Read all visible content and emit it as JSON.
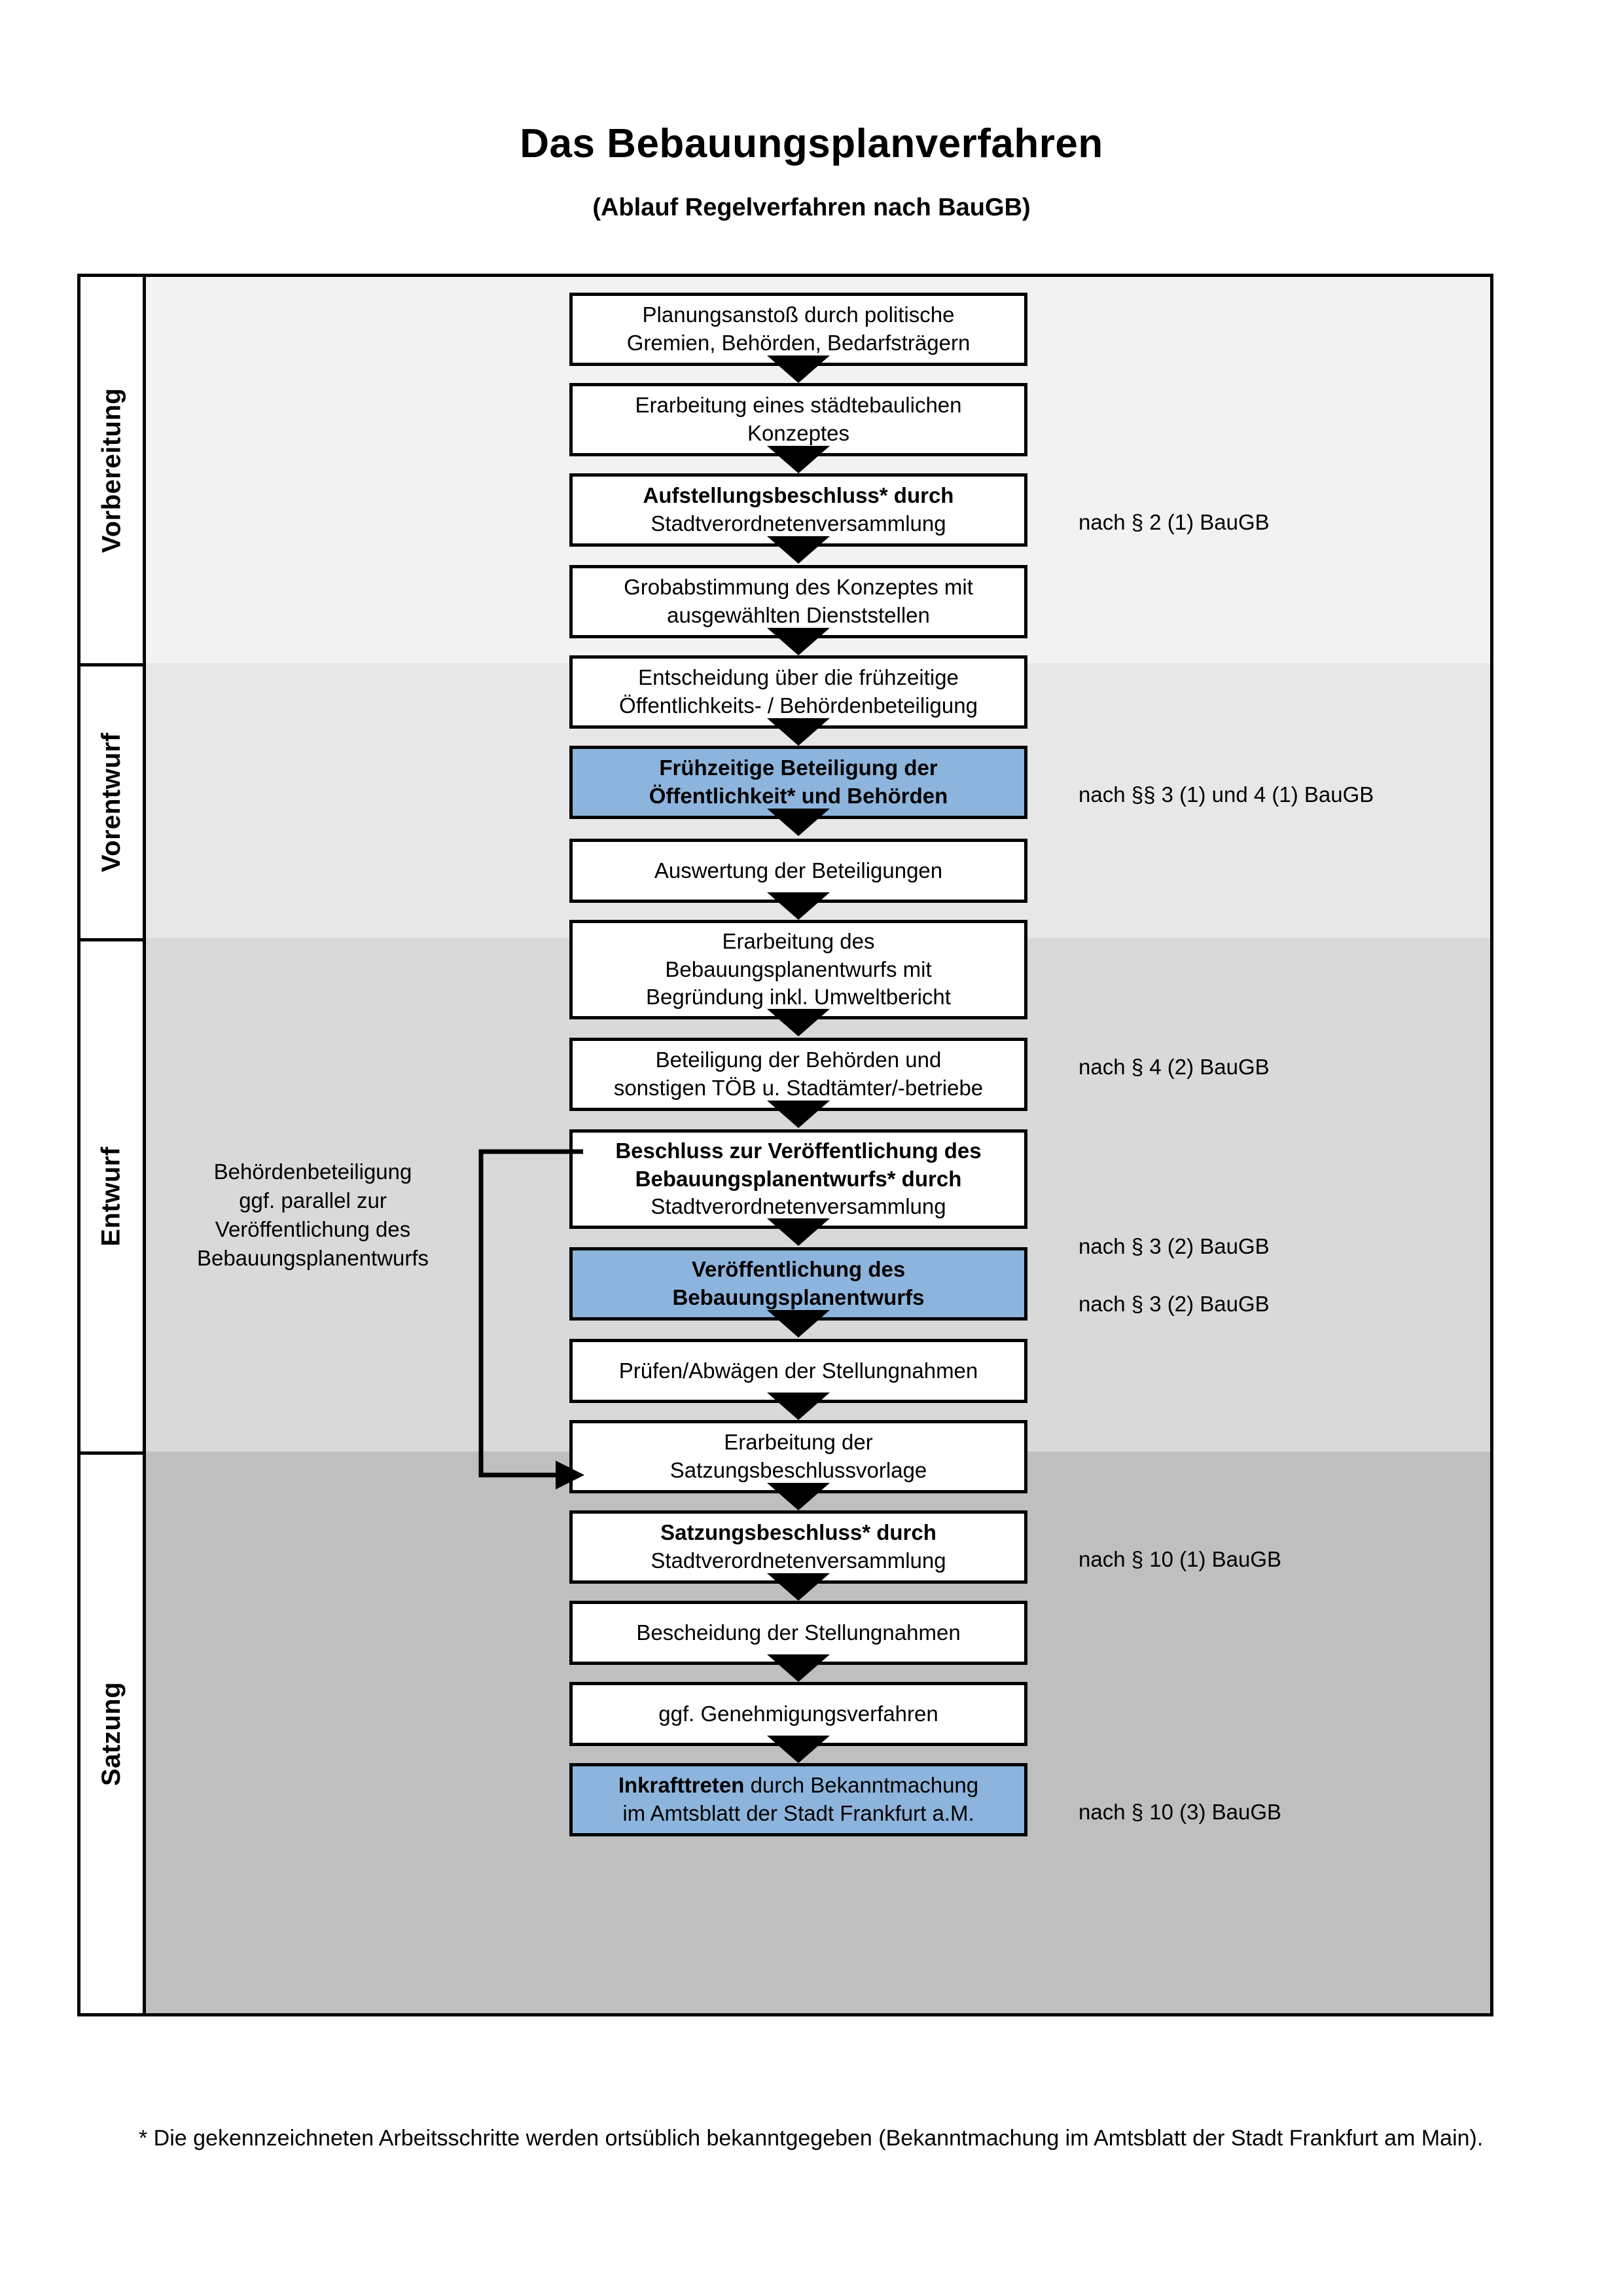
{
  "title": {
    "main": "Das Bebauungsplanverfahren",
    "sub": "(Ablauf Regelverfahren nach BauGB)"
  },
  "phases": [
    {
      "label": "Vorbereitung",
      "band_color": "#F2F2F2"
    },
    {
      "label": "Vorentwurf",
      "band_color": "#E7E7E7"
    },
    {
      "label": "Entwurf",
      "band_color": "#D9D9D9"
    },
    {
      "label": "Satzung",
      "band_color": "#BFBFBF"
    }
  ],
  "accent_color": "#8DB4DC",
  "steps": [
    {
      "id": "planungsanstoss",
      "phase": "Vorbereitung",
      "highlight": false,
      "lines": [
        {
          "text": "Planungsanstoß durch politische",
          "bold": false
        },
        {
          "text": "Gremien, Behörden, Bedarfsträgern",
          "bold": false
        }
      ]
    },
    {
      "id": "staedtebaul-konzept",
      "phase": "Vorbereitung",
      "highlight": false,
      "lines": [
        {
          "text": "Erarbeitung eines städtebaulichen",
          "bold": false
        },
        {
          "text": "Konzeptes",
          "bold": false
        }
      ]
    },
    {
      "id": "aufstellungsbeschluss",
      "phase": "Vorbereitung",
      "highlight": false,
      "lines": [
        {
          "text": "Aufstellungsbeschluss* durch",
          "bold": true
        },
        {
          "text": "Stadtverordnetenversammlung",
          "bold": false
        }
      ]
    },
    {
      "id": "grobabstimmung",
      "phase": "Vorentwurf",
      "highlight": false,
      "lines": [
        {
          "text": "Grobabstimmung des Konzeptes mit",
          "bold": false
        },
        {
          "text": "ausgewählten Dienststellen",
          "bold": false
        }
      ]
    },
    {
      "id": "entscheidung-fruehzeitig",
      "phase": "Vorentwurf",
      "highlight": false,
      "lines": [
        {
          "text": "Entscheidung über die frühzeitige",
          "bold": false
        },
        {
          "text": "Öffentlichkeits- / Behördenbeteiligung",
          "bold": false
        }
      ]
    },
    {
      "id": "fruehzeitige-beteiligung",
      "phase": "Vorentwurf",
      "highlight": true,
      "lines": [
        {
          "text": "Frühzeitige Beteiligung der",
          "bold": true
        },
        {
          "text": "Öffentlichkeit* und Behörden",
          "bold": true
        }
      ]
    },
    {
      "id": "auswertung-beteiligungen",
      "phase": "Entwurf",
      "highlight": false,
      "lines": [
        {
          "text": "Auswertung der Beteiligungen",
          "bold": false
        }
      ]
    },
    {
      "id": "erarbeitung-bplan-entwurf",
      "phase": "Entwurf",
      "highlight": false,
      "lines": [
        {
          "text": "Erarbeitung des",
          "bold": false
        },
        {
          "text": "Bebauungsplanentwurfs mit",
          "bold": false
        },
        {
          "text": "Begründung inkl. Umweltbericht",
          "bold": false
        }
      ]
    },
    {
      "id": "beteiligung-behoerden-toeb",
      "phase": "Entwurf",
      "highlight": false,
      "lines": [
        {
          "text": "Beteiligung der Behörden und",
          "bold": false
        },
        {
          "text": "sonstigen TÖB u. Stadtämter/-betriebe",
          "bold": false
        }
      ]
    },
    {
      "id": "beschluss-veroeffentlichung",
      "phase": "Entwurf",
      "highlight": false,
      "lines": [
        {
          "text": "Beschluss zur Veröffentlichung des",
          "bold": true
        },
        {
          "text": "Bebauungsplanentwurfs* durch",
          "bold": true
        },
        {
          "text": "Stadtverordnetenversammlung",
          "bold": false
        }
      ]
    },
    {
      "id": "veroeffentlichung-bplan",
      "phase": "Entwurf",
      "highlight": true,
      "lines": [
        {
          "text": "Veröffentlichung des",
          "bold": true
        },
        {
          "text": "Bebauungsplanentwurfs",
          "bold": true
        }
      ]
    },
    {
      "id": "pruefen-abwaegen",
      "phase": "Satzung",
      "highlight": false,
      "lines": [
        {
          "text": "Prüfen/Abwägen der Stellungnahmen",
          "bold": false
        }
      ]
    },
    {
      "id": "erarbeitung-satzungsvorlage",
      "phase": "Satzung",
      "highlight": false,
      "lines": [
        {
          "text": "Erarbeitung der",
          "bold": false
        },
        {
          "text": "Satzungsbeschlussvorlage",
          "bold": false
        }
      ]
    },
    {
      "id": "satzungsbeschluss",
      "phase": "Satzung",
      "highlight": false,
      "lines": [
        {
          "text": "Satzungsbeschluss* durch",
          "bold": true
        },
        {
          "text": "Stadtverordnetenversammlung",
          "bold": false
        }
      ]
    },
    {
      "id": "bescheidung-stellungnahmen",
      "phase": "Satzung",
      "highlight": false,
      "lines": [
        {
          "text": "Bescheidung der Stellungnahmen",
          "bold": false
        }
      ]
    },
    {
      "id": "genehmigungsverfahren",
      "phase": "Satzung",
      "highlight": false,
      "lines": [
        {
          "text": "ggf. Genehmigungsverfahren",
          "bold": false
        }
      ]
    },
    {
      "id": "inkrafttreten",
      "phase": "Satzung",
      "highlight": true,
      "lines": [
        {
          "text": "Inkrafttreten durch Bekanntmachung",
          "bold": "partial"
        },
        {
          "text": "im Amtsblatt der Stadt Frankfurt a.M.",
          "bold": false
        }
      ]
    }
  ],
  "legal_refs": [
    {
      "id": "ref-aufstellungsbeschluss",
      "text": "nach § 2 (1) BauGB"
    },
    {
      "id": "ref-fruehzeitige-beteiligung",
      "text": "nach §§ 3 (1) und 4 (1) BauGB"
    },
    {
      "id": "ref-behoerdenbeteiligung",
      "text": "nach § 4 (2) BauGB"
    },
    {
      "id": "ref-beschluss-veroeffentlichung",
      "text": "nach § 3 (2) BauGB"
    },
    {
      "id": "ref-veroeffentlichung",
      "text": "nach § 3 (2) BauGB"
    },
    {
      "id": "ref-satzungsbeschluss",
      "text": "nach § 10 (1) BauGB"
    },
    {
      "id": "ref-inkrafttreten",
      "text": "nach § 10 (3) BauGB"
    }
  ],
  "side_note": {
    "lines": [
      "Behördenbeteiligung",
      "ggf. parallel zur",
      "Veröffentlichung des",
      "Bebauungsplanentwurfs"
    ]
  },
  "footnote": {
    "text": "* Die gekennzeichneten Arbeitsschritte werden ortsüblich bekanntgegeben (Bekanntmachung im Amtsblatt  der Stadt Frankfurt am Main)."
  },
  "inkrafttreten_bold_word": "Inkrafttreten",
  "inkrafttreten_rest": " durch Bekanntmachung"
}
